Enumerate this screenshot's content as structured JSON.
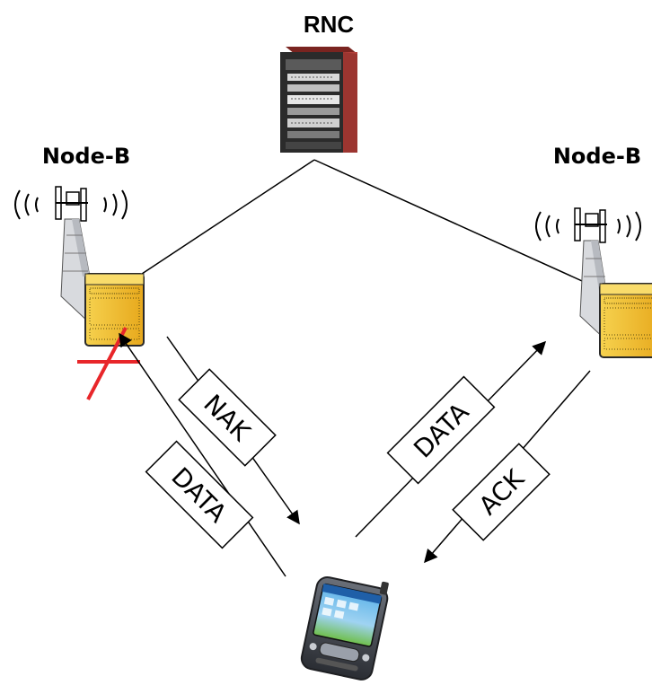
{
  "rnc": {
    "label": "RNC"
  },
  "node_b_left": {
    "label": "Node-B"
  },
  "node_b_right": {
    "label": "Node-B"
  },
  "messages": {
    "left_nak": "NAK",
    "left_data": "DATA",
    "right_data": "DATA",
    "right_ack": "ACK"
  },
  "colors": {
    "tower_yellow": "#f2c230",
    "rnc_red": "#b5413a",
    "failure_cross": "#e8262a"
  }
}
